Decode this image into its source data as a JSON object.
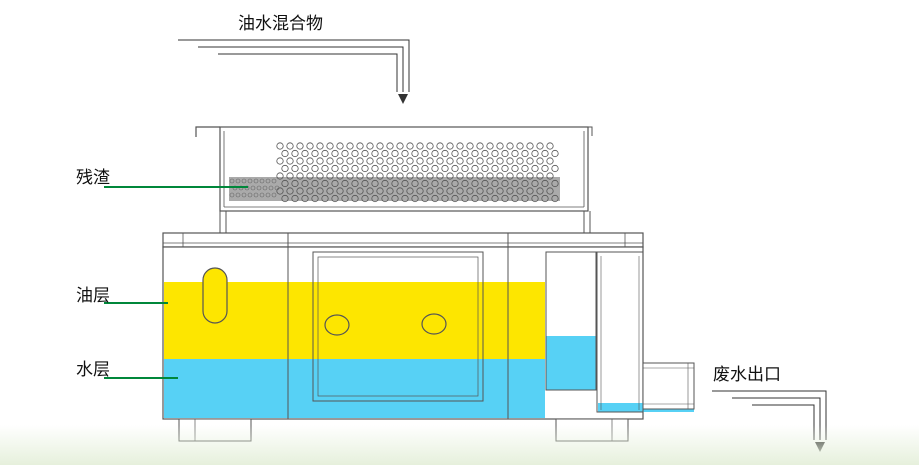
{
  "labels": {
    "inlet": "油水混合物",
    "residue": "残渣",
    "oil_layer": "油层",
    "water_layer": "水层",
    "outlet": "废水出口"
  },
  "colors": {
    "oil": "#fde600",
    "water": "#57d1f5",
    "pointer_line": "#00873a",
    "outline": "#555555",
    "arrow": "#333333"
  }
}
